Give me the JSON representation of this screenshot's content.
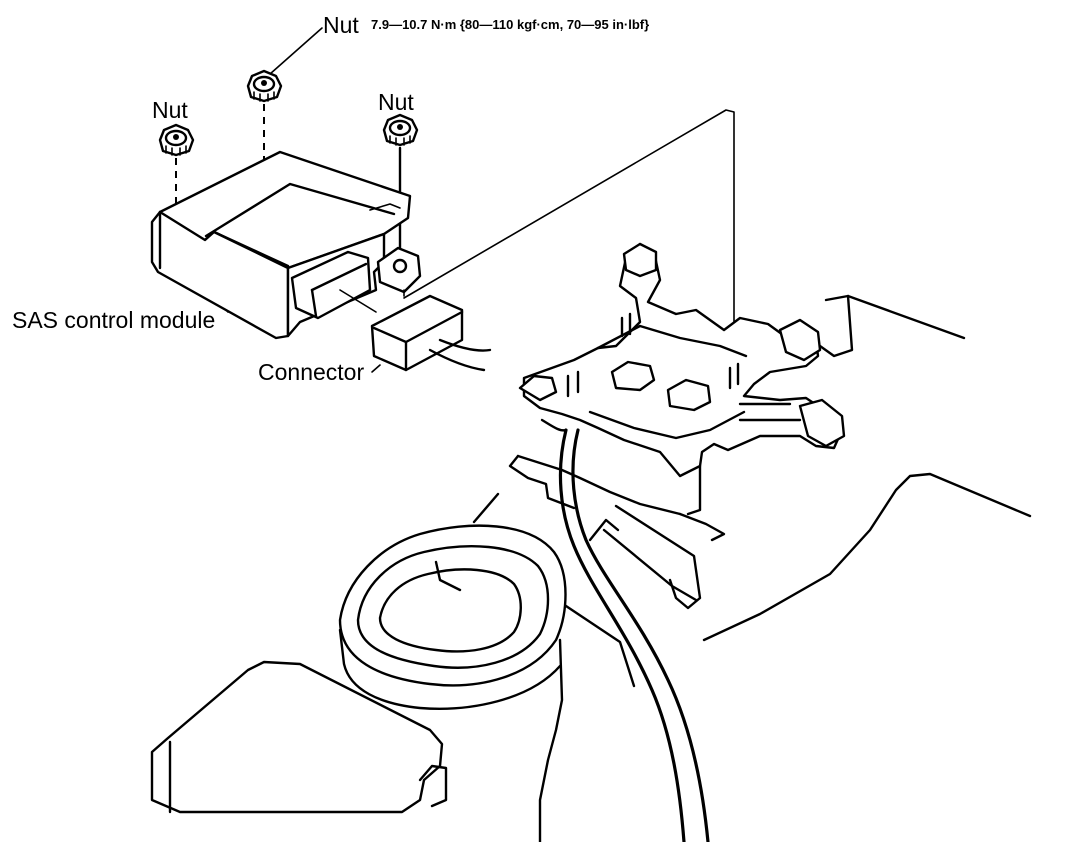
{
  "labels": {
    "nut_top": "Nut",
    "nut_left": "Nut",
    "nut_right": "Nut",
    "torque": "7.9—10.7 N·m {80—110 kgf·cm, 70—95 in·lbf}",
    "module": "SAS control module",
    "connector": "Connector"
  }
}
